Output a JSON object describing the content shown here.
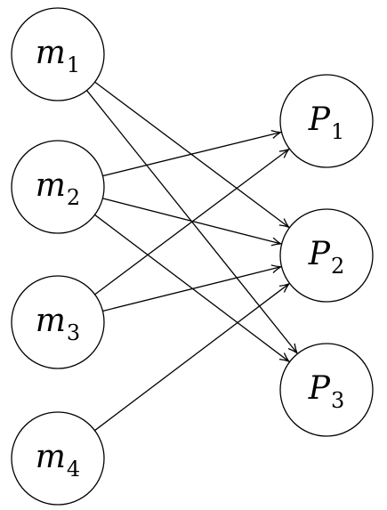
{
  "diagram": {
    "type": "bipartite-directed-graph",
    "left_nodes": [
      {
        "id": "m1",
        "label": "m",
        "subscript": "1"
      },
      {
        "id": "m2",
        "label": "m",
        "subscript": "2"
      },
      {
        "id": "m3",
        "label": "m",
        "subscript": "3"
      },
      {
        "id": "m4",
        "label": "m",
        "subscript": "4"
      }
    ],
    "right_nodes": [
      {
        "id": "P1",
        "label": "P",
        "subscript": "1"
      },
      {
        "id": "P2",
        "label": "P",
        "subscript": "2"
      },
      {
        "id": "P3",
        "label": "P",
        "subscript": "3"
      }
    ],
    "edges": [
      {
        "from": "m1",
        "to": "P2"
      },
      {
        "from": "m1",
        "to": "P3"
      },
      {
        "from": "m2",
        "to": "P1"
      },
      {
        "from": "m2",
        "to": "P2"
      },
      {
        "from": "m2",
        "to": "P3"
      },
      {
        "from": "m3",
        "to": "P1"
      },
      {
        "from": "m3",
        "to": "P2"
      },
      {
        "from": "m4",
        "to": "P2"
      }
    ],
    "colors": {
      "stroke": "#000000",
      "fill": "#ffffff"
    }
  }
}
